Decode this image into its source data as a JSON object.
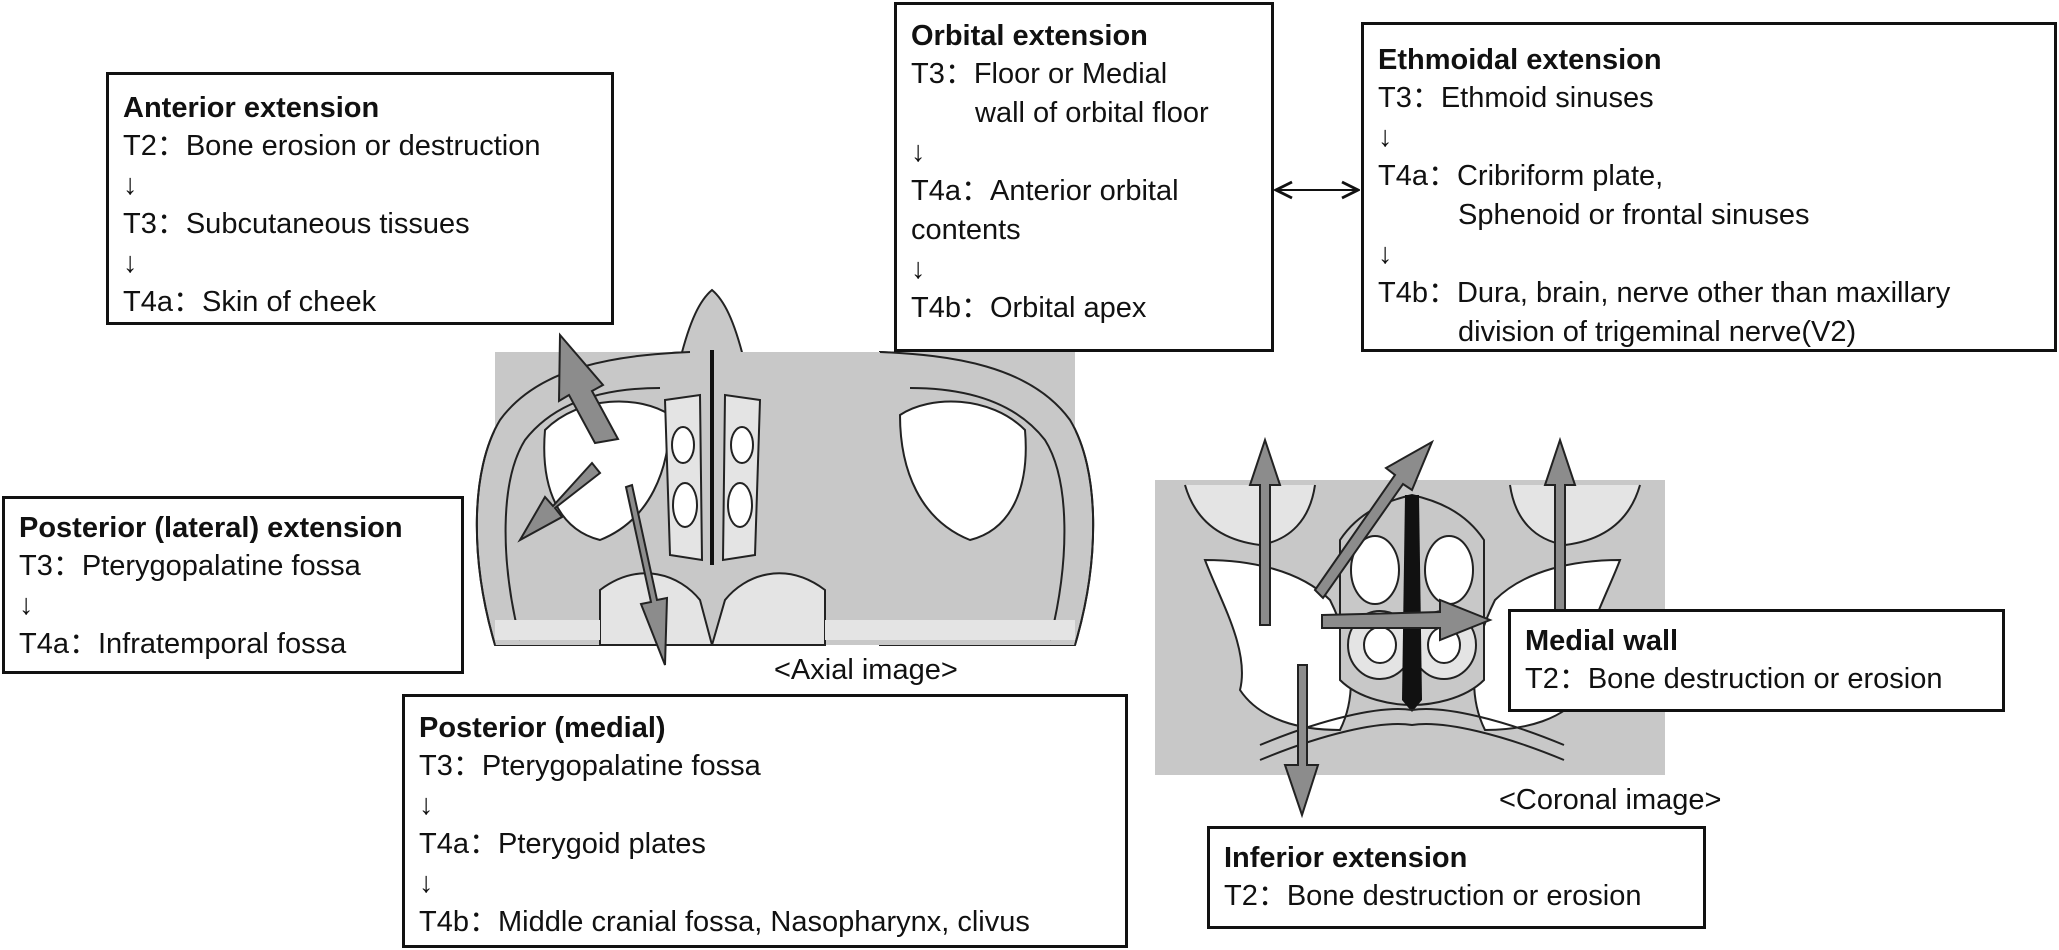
{
  "boxes": {
    "anterior": {
      "title": "Anterior extension",
      "lines": [
        "T2：Bone erosion or destruction",
        "↓",
        "T3：Subcutaneous tissues",
        "↓",
        "T4a：Skin of cheek"
      ]
    },
    "orbital": {
      "title": "Orbital extension",
      "lines": [
        "T3：Floor or Medial",
        "wall of orbital floor",
        "↓",
        "T4a：Anterior orbital",
        "contents",
        "↓",
        "T4b：Orbital apex"
      ]
    },
    "ethmoidal": {
      "title": "Ethmoidal extension",
      "lines": [
        "T3：Ethmoid sinuses",
        "↓",
        "T4a：Cribriform plate,",
        "Sphenoid or frontal sinuses",
        "↓",
        "T4b：Dura, brain, nerve other than maxillary",
        "division of trigeminal nerve(V2)"
      ]
    },
    "posterior_lateral": {
      "title": "Posterior (lateral) extension",
      "lines": [
        "T3：Pterygopalatine fossa",
        "↓",
        "T4a：Infratemporal fossa"
      ]
    },
    "posterior_medial": {
      "title": "Posterior (medial)",
      "lines": [
        "T3：Pterygopalatine fossa",
        "↓",
        "T4a：Pterygoid plates",
        "↓",
        "T4b：Middle cranial fossa, Nasopharynx, clivus"
      ]
    },
    "medial_wall": {
      "title": "Medial wall",
      "lines": [
        "T2：Bone destruction or erosion"
      ]
    },
    "inferior": {
      "title": "Inferior extension",
      "lines": [
        "T2：Bone destruction or erosion"
      ]
    }
  },
  "captions": {
    "axial": "<Axial image>",
    "coronal": "<Coronal image>"
  },
  "colors": {
    "bone_gray": "#c8c8c8",
    "light_gray": "#e4e4e4",
    "arrow_fill": "#8c8c8c",
    "outline": "#222222"
  }
}
